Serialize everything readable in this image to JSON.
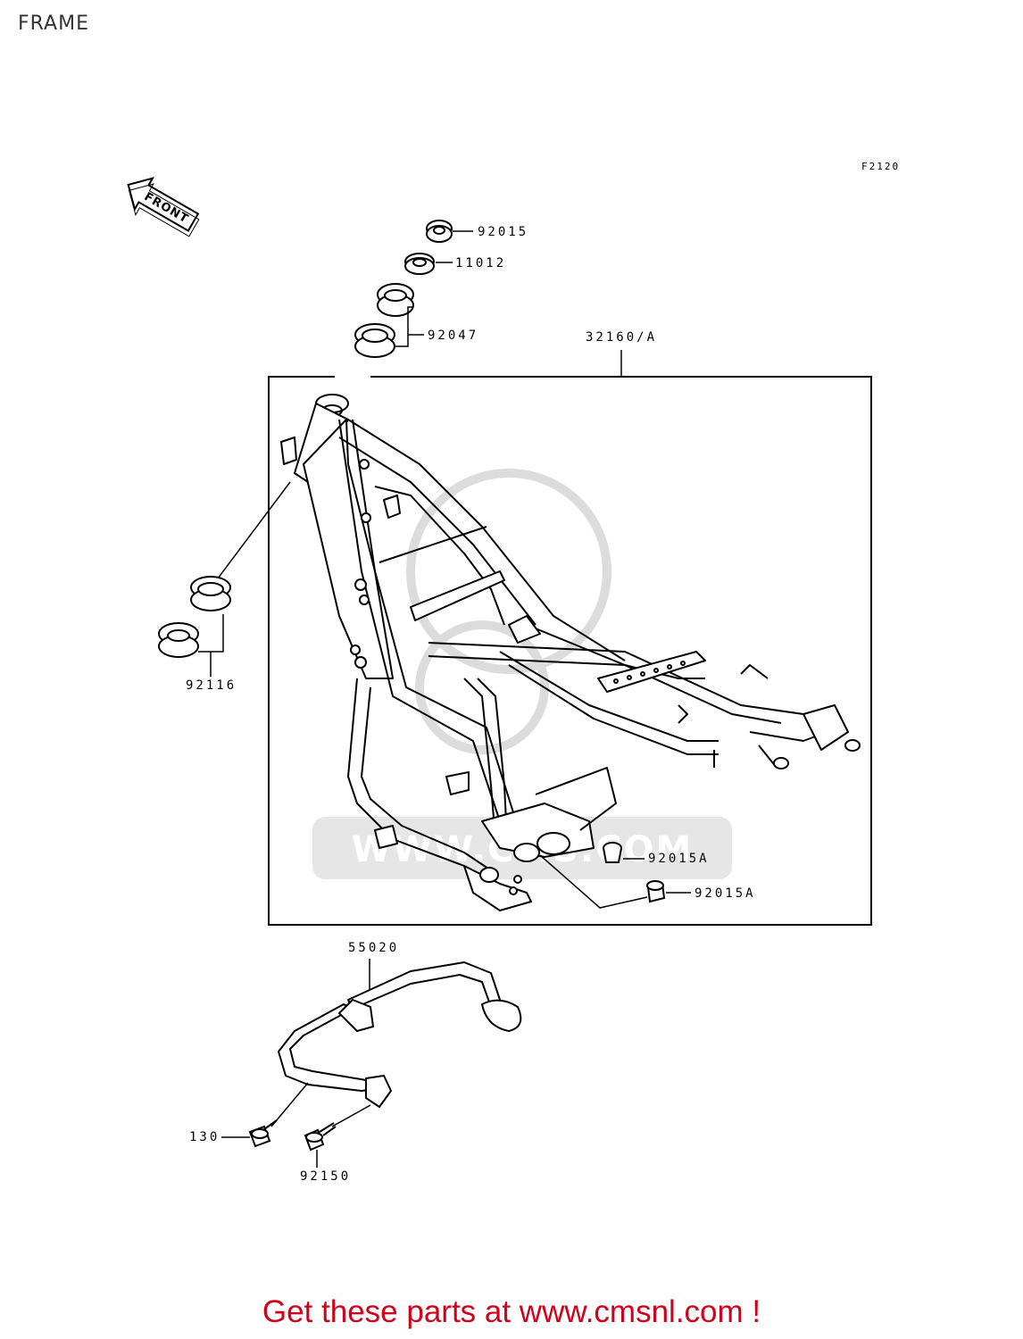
{
  "page_title": "FRAME",
  "figure_code": "F2120",
  "direction_label": "FRONT",
  "parts": {
    "p92015": "92015",
    "p11012": "11012",
    "p92047": "92047",
    "p32160": "32160/A",
    "p92116": "92116",
    "p92015a_1": "92015A",
    "p92015a_2": "92015A",
    "p55020": "55020",
    "p130": "130",
    "p92150": "92150"
  },
  "watermark_text": "WWW.CMS.COM",
  "banner": "Get these parts at www.cmsnl.com !",
  "colors": {
    "banner": "#d0021b",
    "line": "#000000",
    "watermark": "#d9d9d9"
  }
}
